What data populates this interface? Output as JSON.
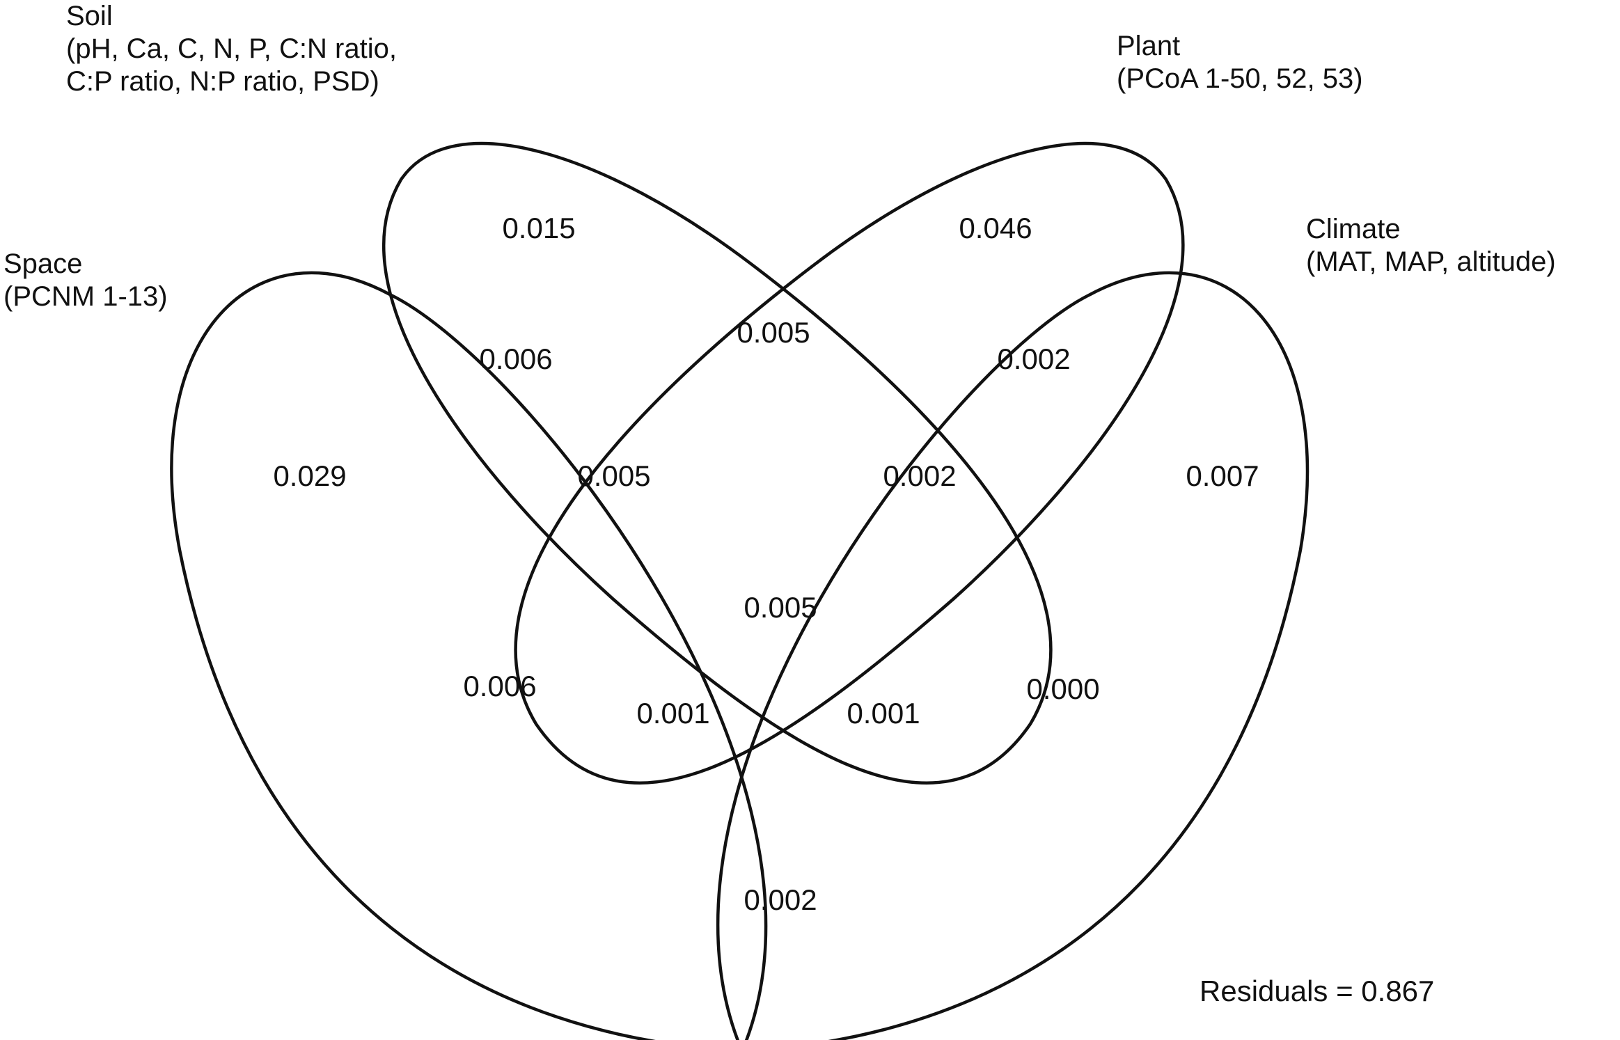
{
  "sets": {
    "soil": {
      "name": "Soil",
      "detail_lines": [
        "(pH, Ca, C, N, P, C:N ratio,",
        "C:P ratio, N:P ratio, PSD)"
      ]
    },
    "plant": {
      "name": "Plant",
      "detail_lines": [
        "(PCoA 1-50, 52, 53)"
      ]
    },
    "space": {
      "name": "Space",
      "detail_lines": [
        "(PCNM 1-13)"
      ]
    },
    "climate": {
      "name": "Climate",
      "detail_lines": [
        "(MAT, MAP, altitude)"
      ]
    }
  },
  "regions": {
    "soil_only": "0.015",
    "plant_only": "0.046",
    "space_only": "0.029",
    "climate_only": "0.007",
    "soil_plant": "0.005",
    "space_soil": "0.006",
    "plant_climate": "0.002",
    "space_soil_plant": "0.005",
    "soil_plant_climate": "0.002",
    "all_four": "0.005",
    "space_plant": "0.006",
    "soil_climate": "0.000",
    "space_plant_climate": "0.001",
    "space_soil_climate": "0.001",
    "space_climate": "0.002"
  },
  "residuals": "Residuals = 0.867"
}
